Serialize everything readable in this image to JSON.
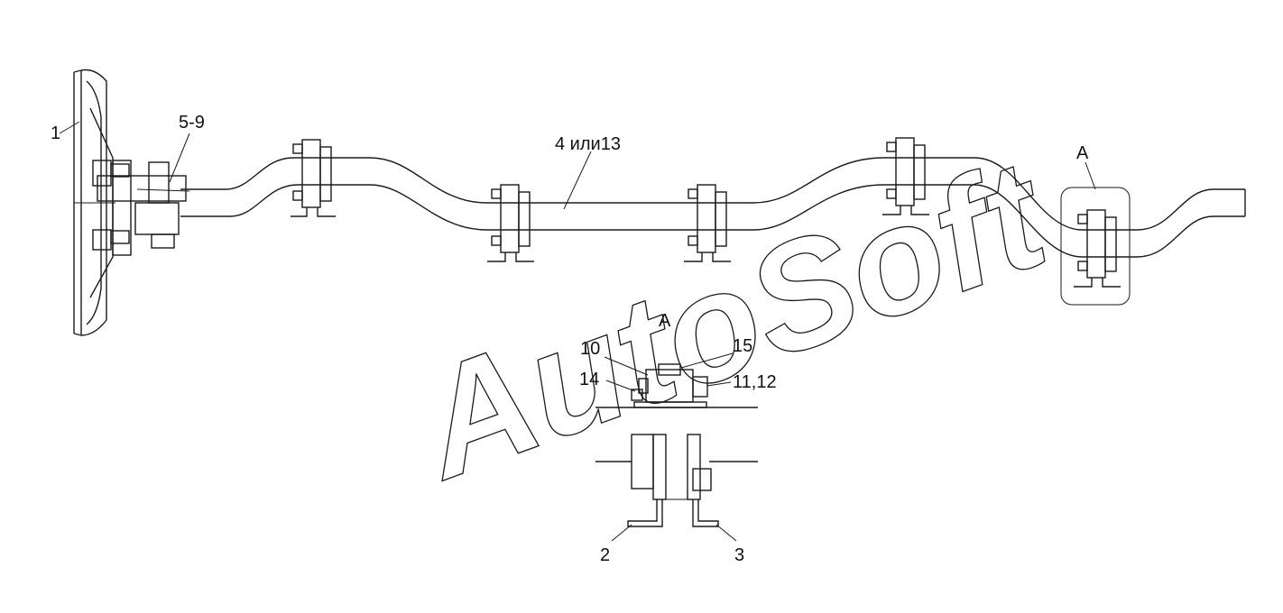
{
  "diagram": {
    "callouts": {
      "c1": "1",
      "c59": "5-9",
      "c4": "4 или13",
      "cA_top": "A",
      "cA_detail": "A",
      "c10": "10",
      "c15": "15",
      "c14": "14",
      "c1112": "11,12",
      "c2": "2",
      "c3": "3"
    },
    "watermark": "AutoSoft"
  }
}
